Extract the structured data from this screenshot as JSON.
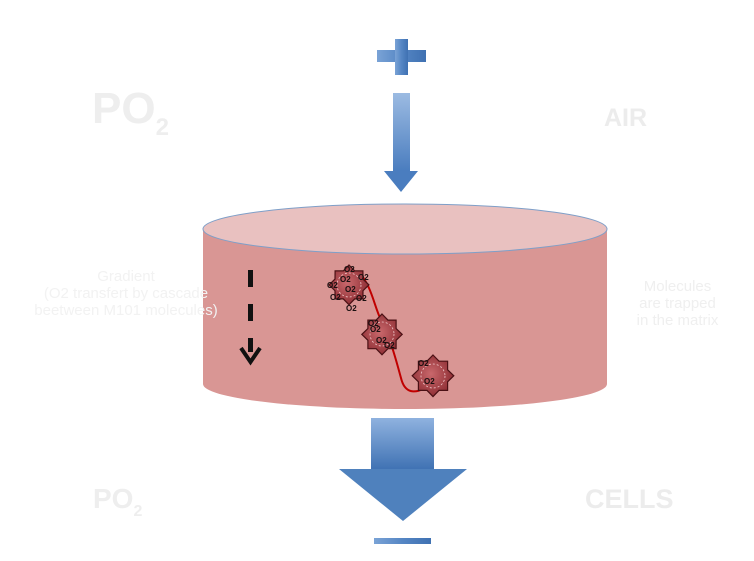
{
  "labels": {
    "po2_top": {
      "main": "PO",
      "sub": "2"
    },
    "air": "AIR",
    "po2_bottom": {
      "main": "PO",
      "sub": "2"
    },
    "cells": "CELLS",
    "gradient": [
      "Gradient",
      "(O2 transfert by cascade",
      "beetween M101 molecules)"
    ],
    "molecules": [
      "Molecules",
      "are trapped",
      "in the matrix"
    ]
  },
  "molecule_labels": {
    "m1": [
      "O2",
      "O2",
      "O2",
      "O2",
      "O2",
      "O2",
      "O2",
      "O2"
    ],
    "m2": [
      "O2",
      "O2",
      "O2",
      "O2"
    ],
    "m3": [
      "O2",
      "O2"
    ]
  },
  "colors": {
    "arrow_blue": "#4f81bd",
    "cylinder_side": "#d99694",
    "cylinder_top": "#e9c1c0",
    "molecule": "#8b2a2e",
    "cascade_line": "#c00000"
  },
  "icons": [
    "plus-icon",
    "minus-icon",
    "down-arrow-icon",
    "dashed-down-arrow-icon"
  ]
}
